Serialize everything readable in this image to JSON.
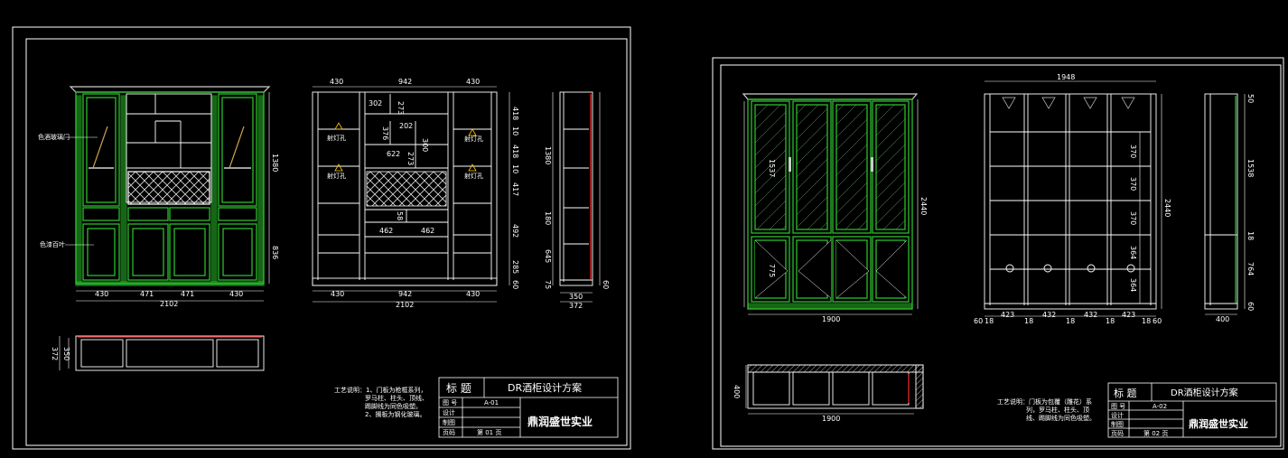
{
  "sheet1": {
    "front_top_dims": [
      "430",
      "942",
      "430"
    ],
    "front_bottom_dims": [
      "430",
      "471",
      "471",
      "430"
    ],
    "front_total": "2102",
    "front_height_dims": [
      "1380",
      "836"
    ],
    "section_inner_dims": [
      "302",
      "273",
      "376",
      "202",
      "300",
      "622",
      "273",
      "58",
      "462",
      "462"
    ],
    "section_side_dims": [
      "418",
      "10",
      "418",
      "10",
      "417",
      "492",
      "285",
      "60"
    ],
    "section_bottom_dims": [
      "430",
      "942",
      "430"
    ],
    "section_total": "2102",
    "side_dims": [
      "1380",
      "180",
      "645",
      "75",
      "60"
    ],
    "side_bottom": [
      "350",
      "372"
    ],
    "plan_dims": [
      "372",
      "350"
    ],
    "callouts": [
      "色酒玻璃门",
      "色漆百叶",
      "射灯孔",
      "射灯孔",
      "射灯孔",
      "射灯孔"
    ],
    "notes": [
      "工艺说明：1、门板为枪框系列，",
      "罗马柱、柱头、顶线、",
      "踢脚线为同色吸塑。",
      "2、搁板为钢化玻璃。"
    ],
    "titleblock": {
      "label_title": "标 题",
      "title": "DR酒柜设计方案",
      "label_num": "图 号",
      "num": "A-01",
      "label_design": "设计",
      "label_draw": "制图",
      "label_page": "页码",
      "page": "第 01 页",
      "company": "鼎润盛世实业"
    }
  },
  "sheet2": {
    "front_top": "",
    "front_height_dims": [
      "1537",
      "775"
    ],
    "front_total_h": "2440",
    "front_total_w": "1900",
    "section_top": "1948",
    "section_side_dims": [
      "370",
      "370",
      "370",
      "364",
      "364"
    ],
    "section_total_h": "2440",
    "section_bottom_dims": [
      "60",
      "18",
      "423",
      "18",
      "432",
      "18",
      "432",
      "18",
      "423",
      "18",
      "60"
    ],
    "side_dims": [
      "50",
      "1538",
      "18",
      "764",
      "60"
    ],
    "side_bottom": "400",
    "plan_dims": [
      "400",
      "1900"
    ],
    "notes": [
      "工艺说明：门板为包覆（雕花）系",
      "列，罗马柱、柱头、顶",
      "线、踢脚线为同色吸塑。"
    ],
    "titleblock": {
      "label_title": "标 题",
      "title": "DR酒柜设计方案",
      "label_num": "图 号",
      "num": "A-02",
      "label_design": "设计",
      "label_draw": "制图",
      "label_page": "页码",
      "page": "第 02 页",
      "company": "鼎润盛世实业"
    }
  },
  "colors": {
    "background": "#000000",
    "frame": "#ffffff",
    "cabinet": "#2ecc2e",
    "accent": "#ff2a2a",
    "hatch": "#aaaaaa"
  }
}
